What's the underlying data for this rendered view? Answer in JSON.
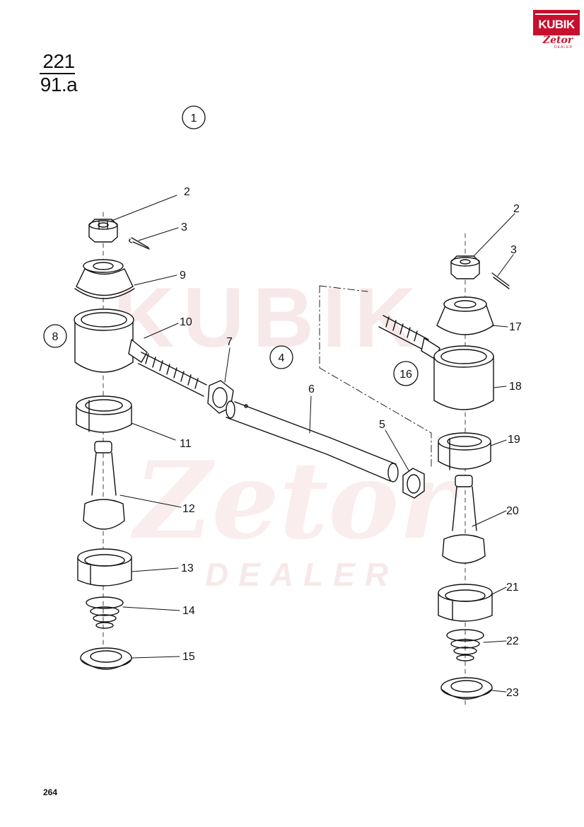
{
  "reference": {
    "top": "221",
    "bottom": "91.a"
  },
  "page_number": "264",
  "logo": {
    "brand": "KUBIK",
    "script": "Zetor",
    "sub": "DEALER"
  },
  "callouts": {
    "c1": "1",
    "c2a": "2",
    "c3a": "3",
    "c9": "9",
    "c8": "8",
    "c10": "10",
    "c7": "7",
    "c4": "4",
    "c6": "6",
    "c11": "11",
    "c12": "12",
    "c13": "13",
    "c14": "14",
    "c15": "15",
    "c2b": "2",
    "c3b": "3",
    "c17": "17",
    "c16": "16",
    "c18": "18",
    "c5": "5",
    "c19": "19",
    "c20": "20",
    "c21": "21",
    "c22": "22",
    "c23": "23"
  }
}
